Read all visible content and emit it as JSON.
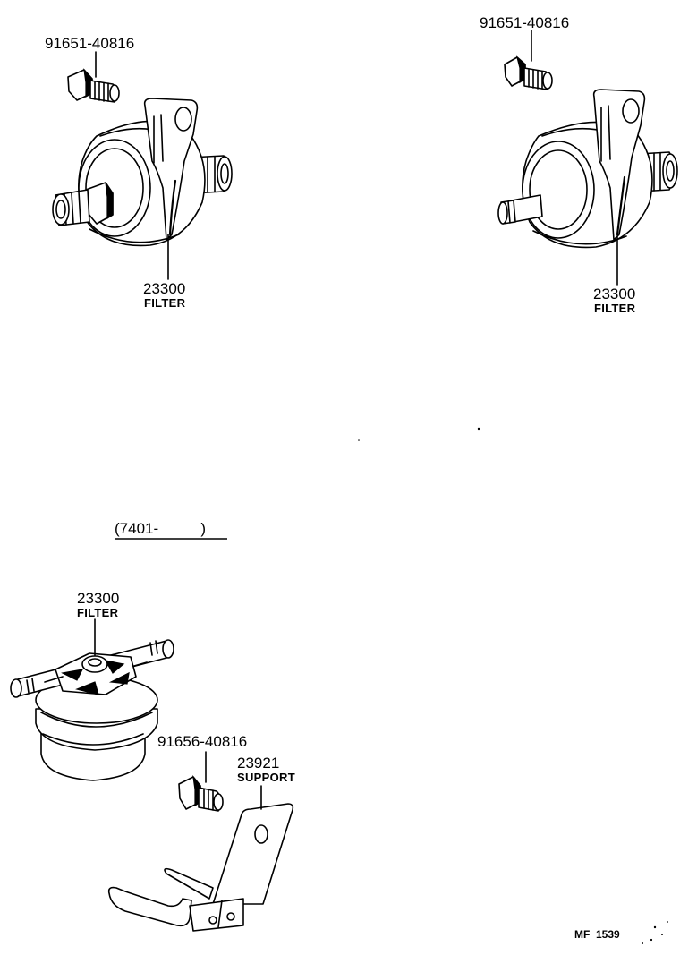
{
  "labels": {
    "tl_bolt_pn": "91651-40816",
    "tl_filter_pn": "23300",
    "tl_filter_name": "FILTER",
    "tr_bolt_pn": "91651-40816",
    "tr_filter_pn": "23300",
    "tr_filter_name": "FILTER",
    "date_range": "(7401-          )",
    "bl_filter_pn": "23300",
    "bl_filter_name": "FILTER",
    "bl_bolt_pn": "91656-40816",
    "bl_support_pn": "23921",
    "bl_support_name": "SUPPORT",
    "diagram_code": "MF  1539"
  }
}
